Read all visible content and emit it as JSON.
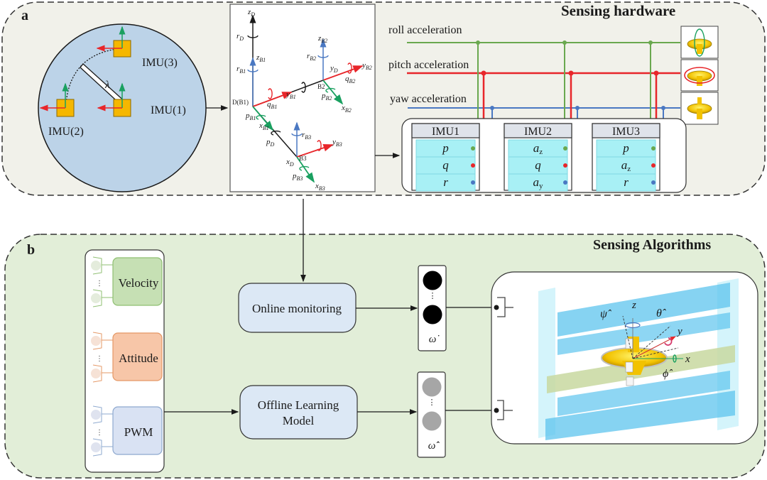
{
  "panel_a": {
    "label": "a",
    "title": "Sensing hardware",
    "imu_layout": {
      "imu1_label": "IMU(1)",
      "imu2_label": "IMU(2)",
      "imu3_label": "IMU(3)",
      "distance_symbol": "λ"
    },
    "frame": {
      "labels": {
        "zD": "z",
        "zD_sub": "D",
        "rD": "r",
        "rD_sub": "D",
        "zB1": "z",
        "zB1_sub": "B1",
        "rB1": "r",
        "rB1_sub": "B1",
        "zB2": "z",
        "zB2_sub": "B2",
        "rB2": "r",
        "rB2_sub": "B2",
        "yD": "y",
        "yD_sub": "D",
        "yB2": "y",
        "yB2_sub": "B2",
        "qB2": "q",
        "qB2_sub": "B2",
        "B2": "B2",
        "pB2": "p",
        "pB2_sub": "B2",
        "xB2": "x",
        "xB2_sub": "B2",
        "DB1": "D(B1)",
        "qB1": "q",
        "qB1_sub": "B1",
        "yB1": "y",
        "yB1_sub": "B1",
        "pB1": "p",
        "pB1_sub": "B1",
        "xB1": "x",
        "xB1_sub": "B1",
        "pD": "p",
        "pD_sub": "D",
        "rB3": "r",
        "rB3_sub": "B3",
        "yB3": "y",
        "yB3_sub": "B3",
        "xD": "x",
        "xD_sub": "D",
        "B3": "B3",
        "pB3": "p",
        "pB3_sub": "B3",
        "xB3": "x",
        "xB3_sub": "B3"
      }
    },
    "signals": [
      {
        "label": "roll acceleration",
        "color": "#6aa84f"
      },
      {
        "label": "pitch acceleration",
        "color": "#e8262a"
      },
      {
        "label": "yaw acceleration",
        "color": "#4a78c2"
      }
    ],
    "imu_tables": [
      {
        "name": "IMU1",
        "rows": [
          "p",
          "q",
          "r"
        ],
        "subs": [
          "",
          "",
          ""
        ]
      },
      {
        "name": "IMU2",
        "rows": [
          "a",
          "q",
          "a"
        ],
        "subs": [
          "z",
          "",
          "y"
        ]
      },
      {
        "name": "IMU3",
        "rows": [
          "p",
          "a",
          "r"
        ],
        "subs": [
          "",
          "z",
          ""
        ]
      }
    ]
  },
  "panel_b": {
    "label": "b",
    "title": "Sensing Algorithms",
    "inputs": [
      {
        "label": "Velocity",
        "fill": "#c6e0b4",
        "stroke": "#8fbf72"
      },
      {
        "label": "Attitude",
        "fill": "#f7c6a8",
        "stroke": "#e59866"
      },
      {
        "label": "PWM",
        "fill": "#d9e2f3",
        "stroke": "#8ea9cf"
      }
    ],
    "online_box": "Online monitoring",
    "offline_box_line1": "Offline Learning",
    "offline_box_line2": "Model",
    "online_output_symbol": "ω̇",
    "offline_output_symbol": "ω̂̇",
    "vertical_dots": "⋮",
    "scene_labels": {
      "psi": "ψ̂",
      "z": "z",
      "theta": "θ̂",
      "y": "y",
      "x": "x",
      "phi": "ϕ̂"
    }
  }
}
